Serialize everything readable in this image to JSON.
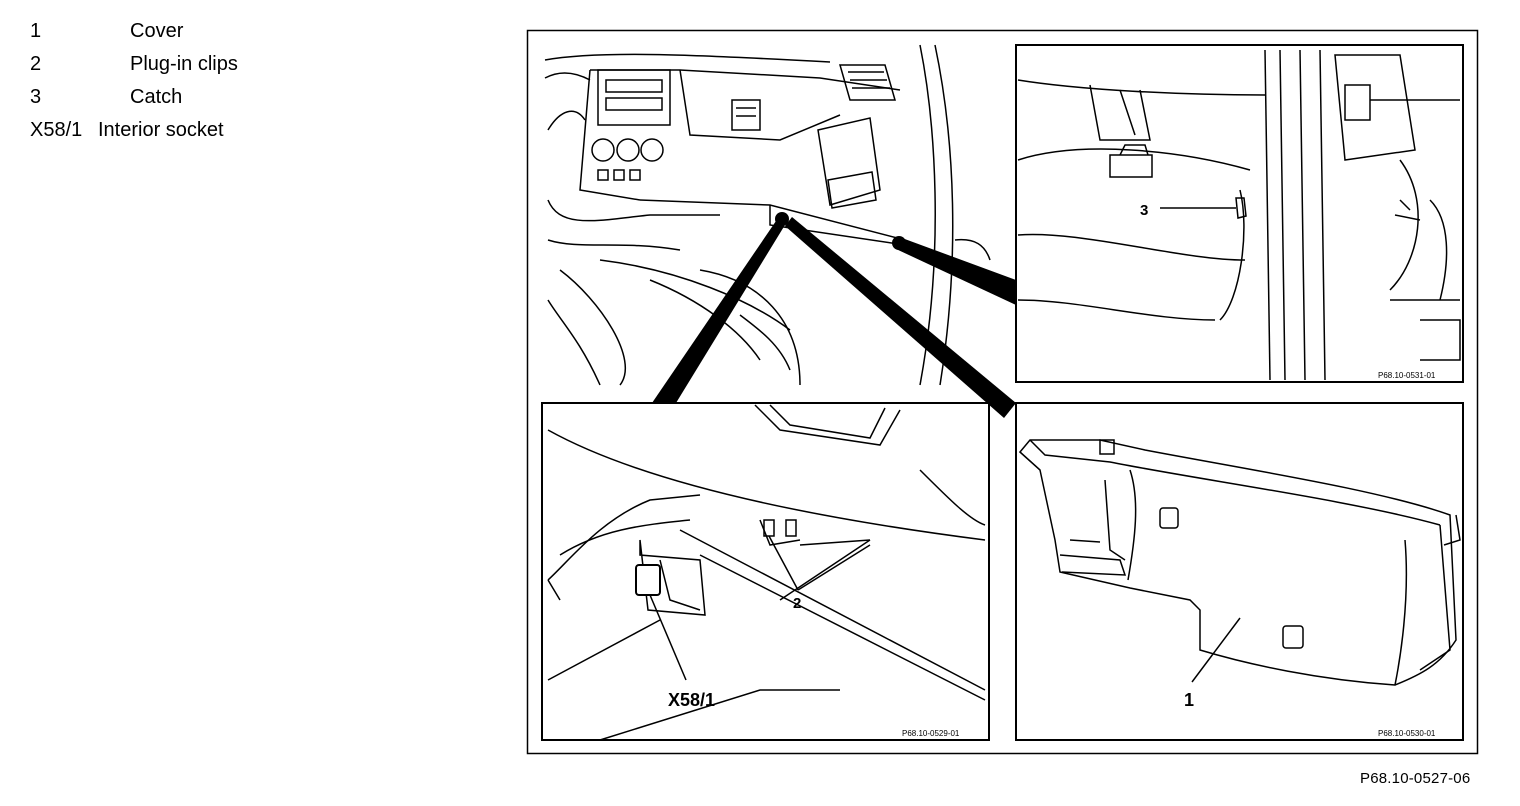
{
  "legend": [
    {
      "number": "1",
      "label": "Cover"
    },
    {
      "number": "2",
      "label": "Plug-in clips"
    },
    {
      "number": "3",
      "label": "Catch"
    },
    {
      "number": "X58/1",
      "label": "Interior socket"
    }
  ],
  "callouts": {
    "cover": "1",
    "plug_in_clips": "2",
    "catch": "3",
    "interior_socket": "X58/1"
  },
  "panel_codes": {
    "overview": "",
    "catch_detail": "P68.10-0531-01",
    "socket_detail": "P68.10-0529-01",
    "cover_detail": "P68.10-0530-01"
  },
  "figure_code": "P68.10-0527-06"
}
